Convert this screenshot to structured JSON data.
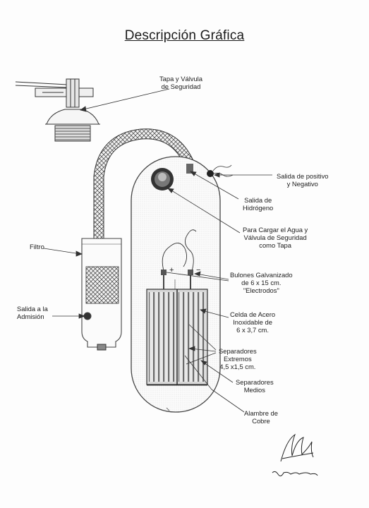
{
  "title": "Descripción Gráfica",
  "labels": {
    "tapa": [
      "Tapa y Válvula",
      "de Seguridad"
    ],
    "positivo": [
      "Salida de positivo",
      "y Negativo"
    ],
    "hidrogeno": [
      "Salida de",
      "Hidrógeno"
    ],
    "cargar": [
      "Para Cargar el Agua y",
      "Válvula de Seguridad",
      "como Tapa"
    ],
    "filtro": "Filtro",
    "bulones": [
      "Bulones Galvanizado",
      "de 6 x 15 cm.",
      "\"Electrodos\""
    ],
    "admision": [
      "Salida a la",
      "Admisión"
    ],
    "celda": [
      "Celda de Acero",
      "Inoxidable de",
      "6 x 3,7 cm."
    ],
    "extremos": [
      "Separadores",
      "Extremos",
      "4,5 x1,5 cm."
    ],
    "medios": [
      "Separadores",
      "Medios"
    ],
    "alambre": [
      "Alambre de",
      "Cobre"
    ]
  },
  "electrode_signs": {
    "plus": "+",
    "minus": "−"
  },
  "signature": {
    "name": "Jose Vaesken"
  }
}
